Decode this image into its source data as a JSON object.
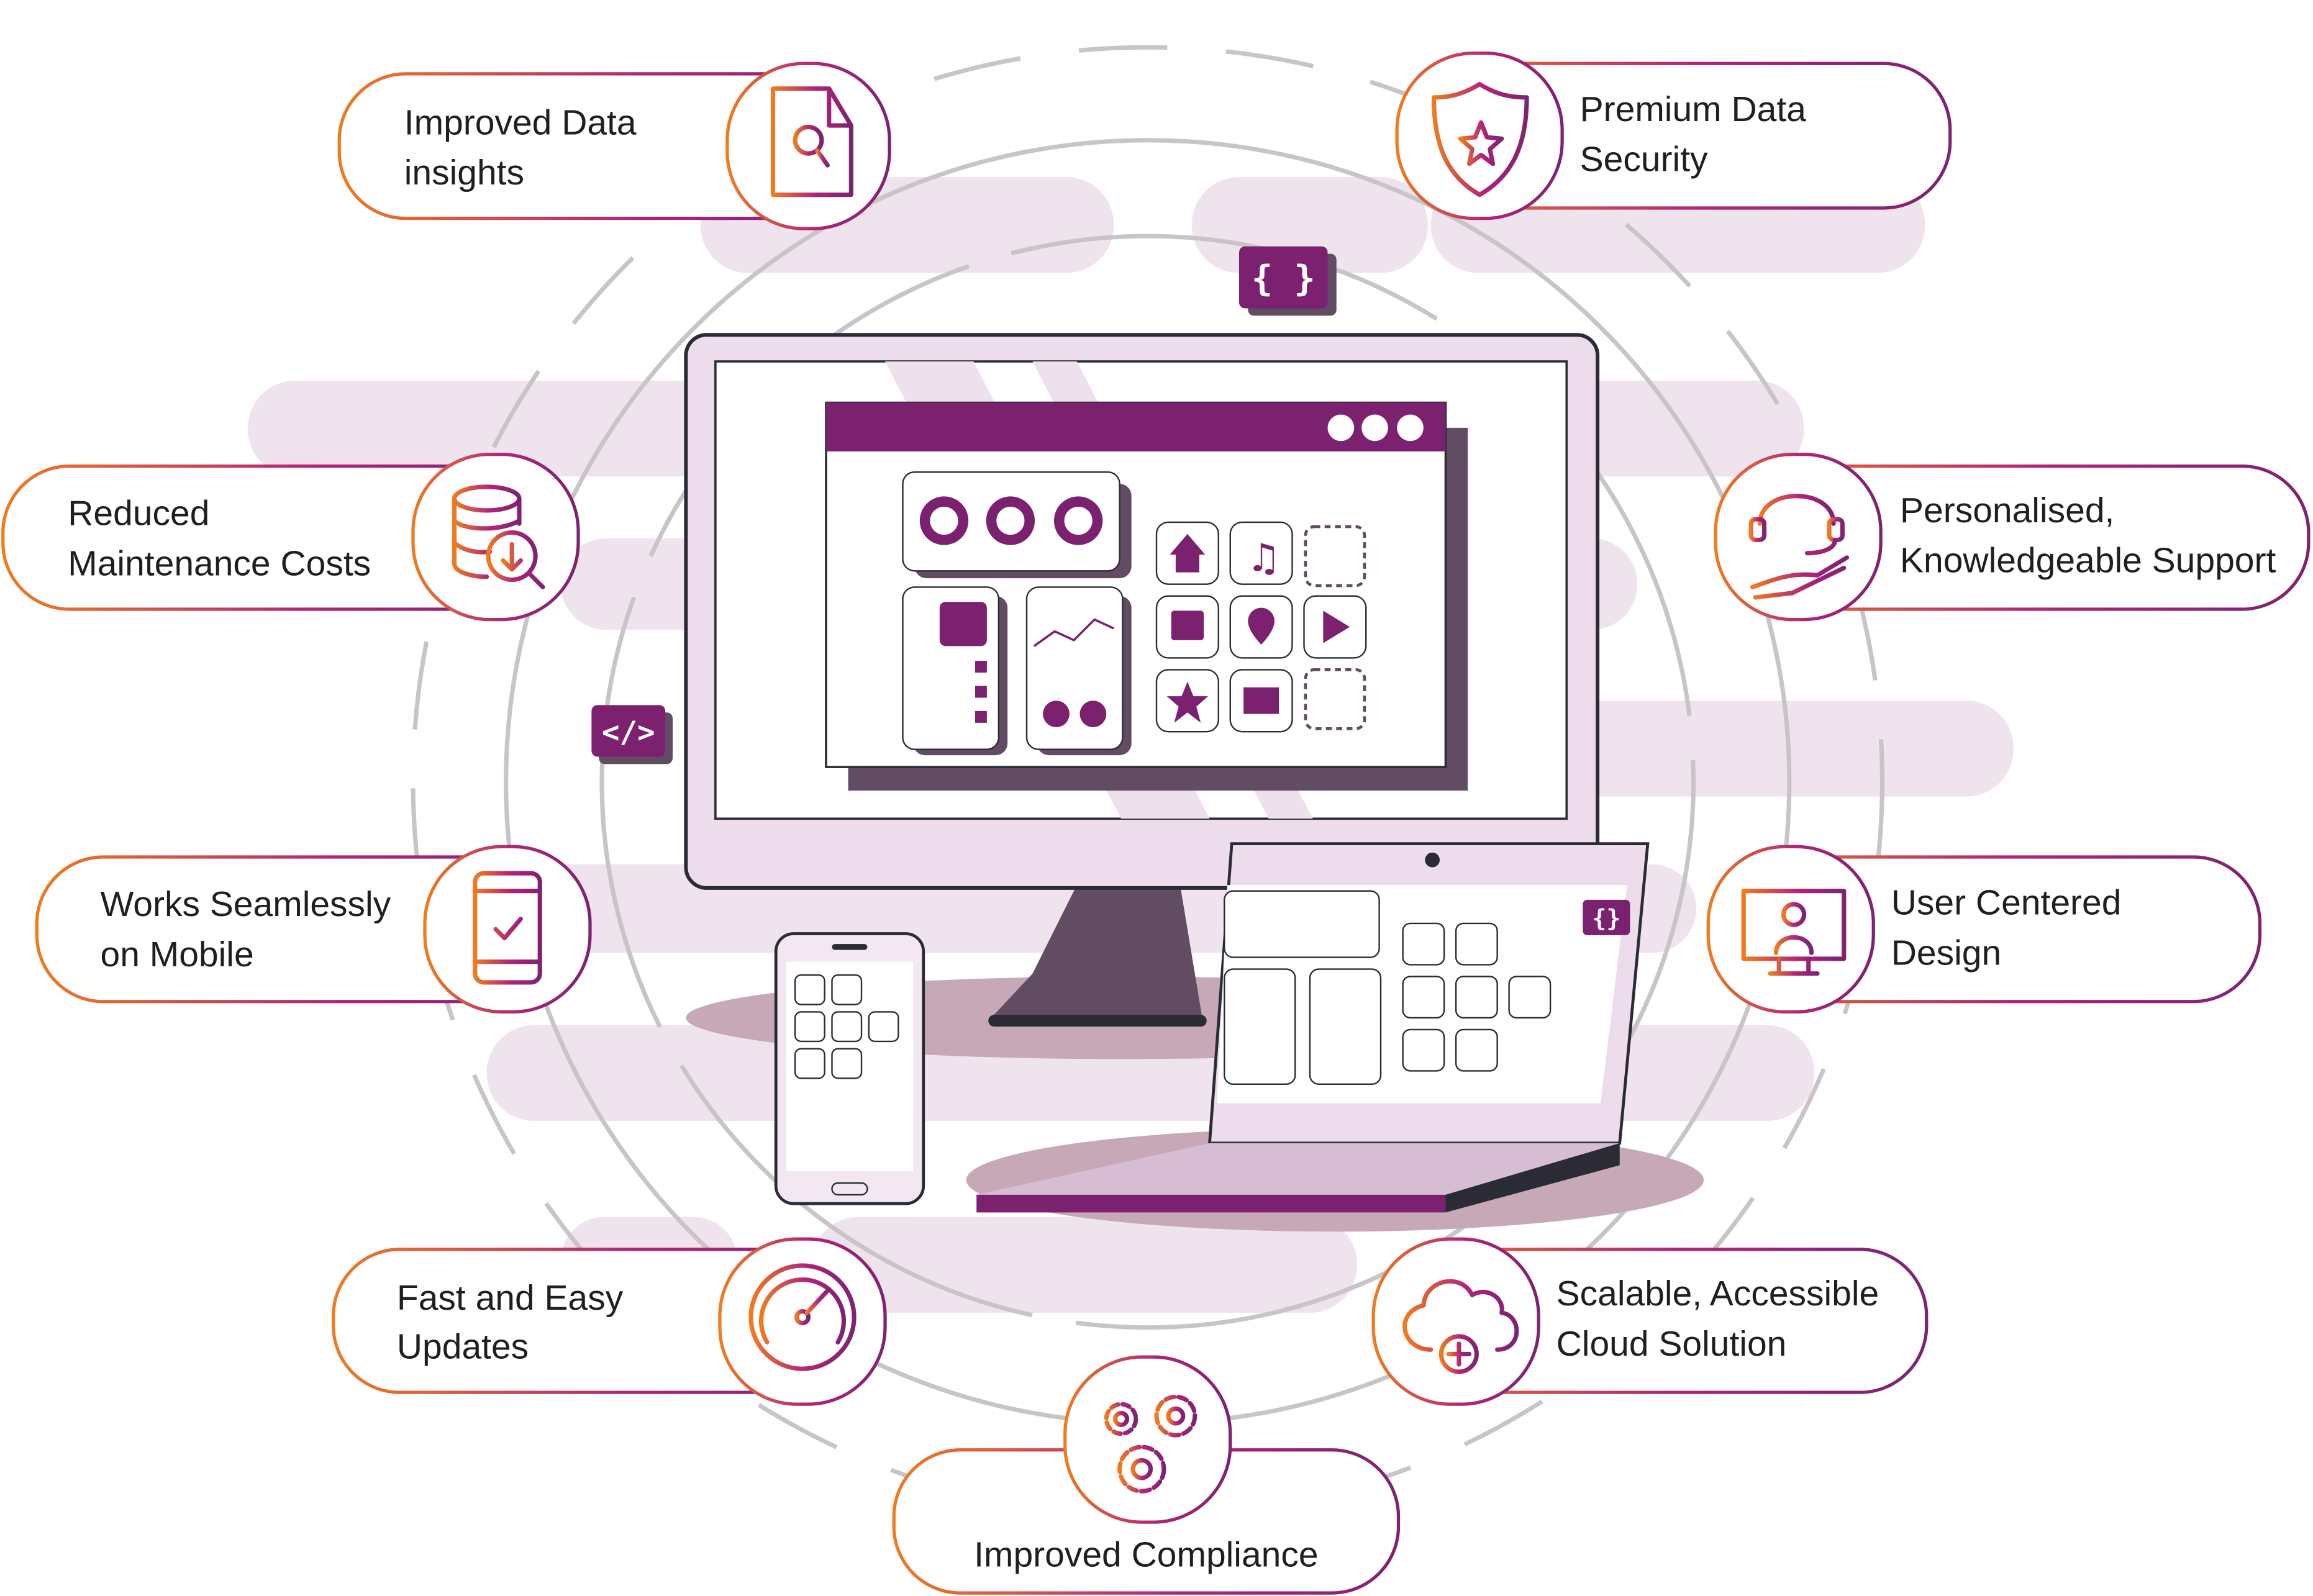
{
  "colors": {
    "accent_orange": "#F07B1E",
    "accent_purple": "#7E2272",
    "dark_purple": "#624C63",
    "light_pink": "#EDDDEB"
  },
  "badges": {
    "code_braces": "{ }",
    "code_tag": "</>",
    "laptop_braces": "{}"
  },
  "features": [
    {
      "lines": [
        "Improved Data",
        "insights"
      ],
      "icon": "document-search-icon"
    },
    {
      "lines": [
        "Premium Data",
        "Security"
      ],
      "icon": "shield-star-icon"
    },
    {
      "lines": [
        "Reduced",
        "Maintenance Costs"
      ],
      "icon": "database-cost-icon"
    },
    {
      "lines": [
        "Personalised,",
        "Knowledgeable Support"
      ],
      "icon": "headset-hand-icon"
    },
    {
      "lines": [
        "Works Seamlessly",
        "on Mobile"
      ],
      "icon": "mobile-check-icon"
    },
    {
      "lines": [
        "User Centered",
        "Design"
      ],
      "icon": "monitor-user-icon"
    },
    {
      "lines": [
        "Fast and Easy",
        "Updates"
      ],
      "icon": "speedometer-icon"
    },
    {
      "lines": [
        "Scalable, Accessible",
        "Cloud Solution"
      ],
      "icon": "cloud-plus-icon"
    },
    {
      "lines": [
        "Improved Compliance"
      ],
      "icon": "gears-icon"
    }
  ]
}
